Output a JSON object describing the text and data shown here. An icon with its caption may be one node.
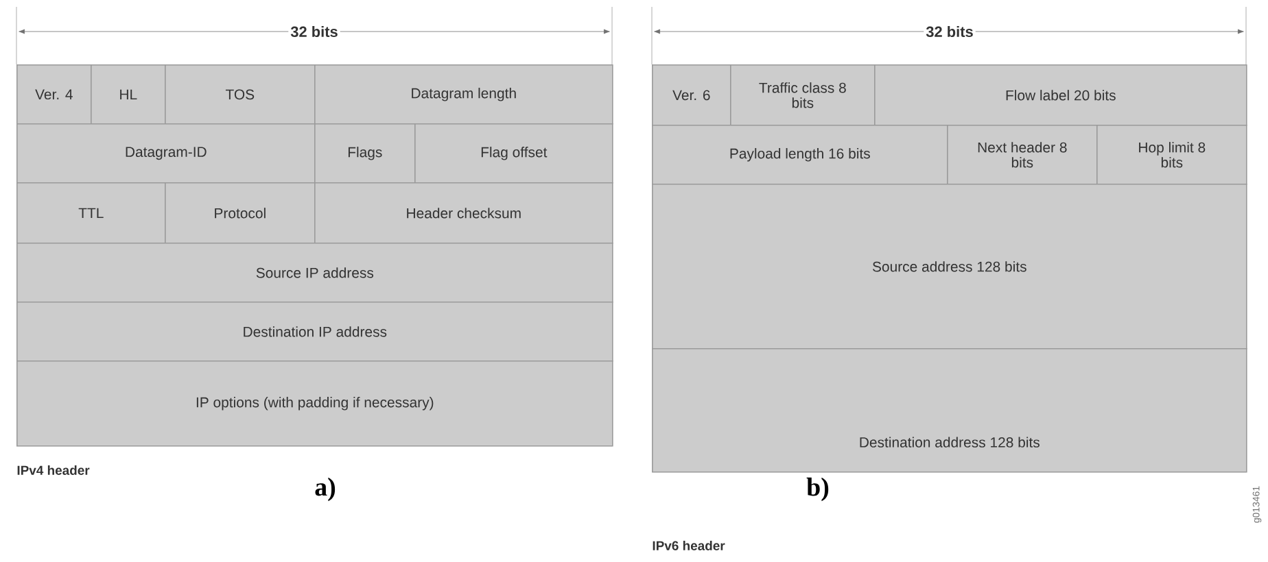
{
  "diagram": {
    "nodes": [
      {
        "text": [
          "Ver. 4"
        ]
      },
      {
        "text": [
          "HL"
        ]
      },
      {
        "text": [
          "TOS"
        ]
      },
      {
        "text": [
          "Datagram length"
        ]
      },
      {
        "text": [
          "Datagram-ID"
        ]
      },
      {
        "text": [
          "Flags"
        ]
      },
      {
        "text": [
          "Flag offset"
        ]
      },
      {
        "text": [
          "TTL"
        ]
      },
      {
        "text": [
          "Protocol"
        ]
      },
      {
        "text": [
          "Header checksum"
        ]
      },
      {
        "text": [
          "Source IP address"
        ]
      },
      {
        "text": [
          "Destination IP address"
        ]
      },
      {
        "text": [
          "IP options (with padding if necessary)"
        ]
      },
      {
        "text": [
          "Ver. 6"
        ]
      },
      {
        "text": [
          "Traffic class 8 bits"
        ]
      },
      {
        "text": [
          "Flow label 20 bits"
        ]
      },
      {
        "text": [
          "Payload length 16 bits"
        ]
      },
      {
        "text": [
          "Next header 8 bits"
        ]
      },
      {
        "text": [
          "Hop limit 8 bits"
        ]
      },
      {
        "text": [
          "Source address 128 bits"
        ]
      },
      {
        "text": [
          "Destination address 128 bits"
        ]
      }
    ],
    "edges": [],
    "labels": [
      "32 bits",
      "32 bits",
      "IPv4 header",
      "a)",
      "b)",
      "g013461",
      "IPv6 header"
    ]
  }
}
